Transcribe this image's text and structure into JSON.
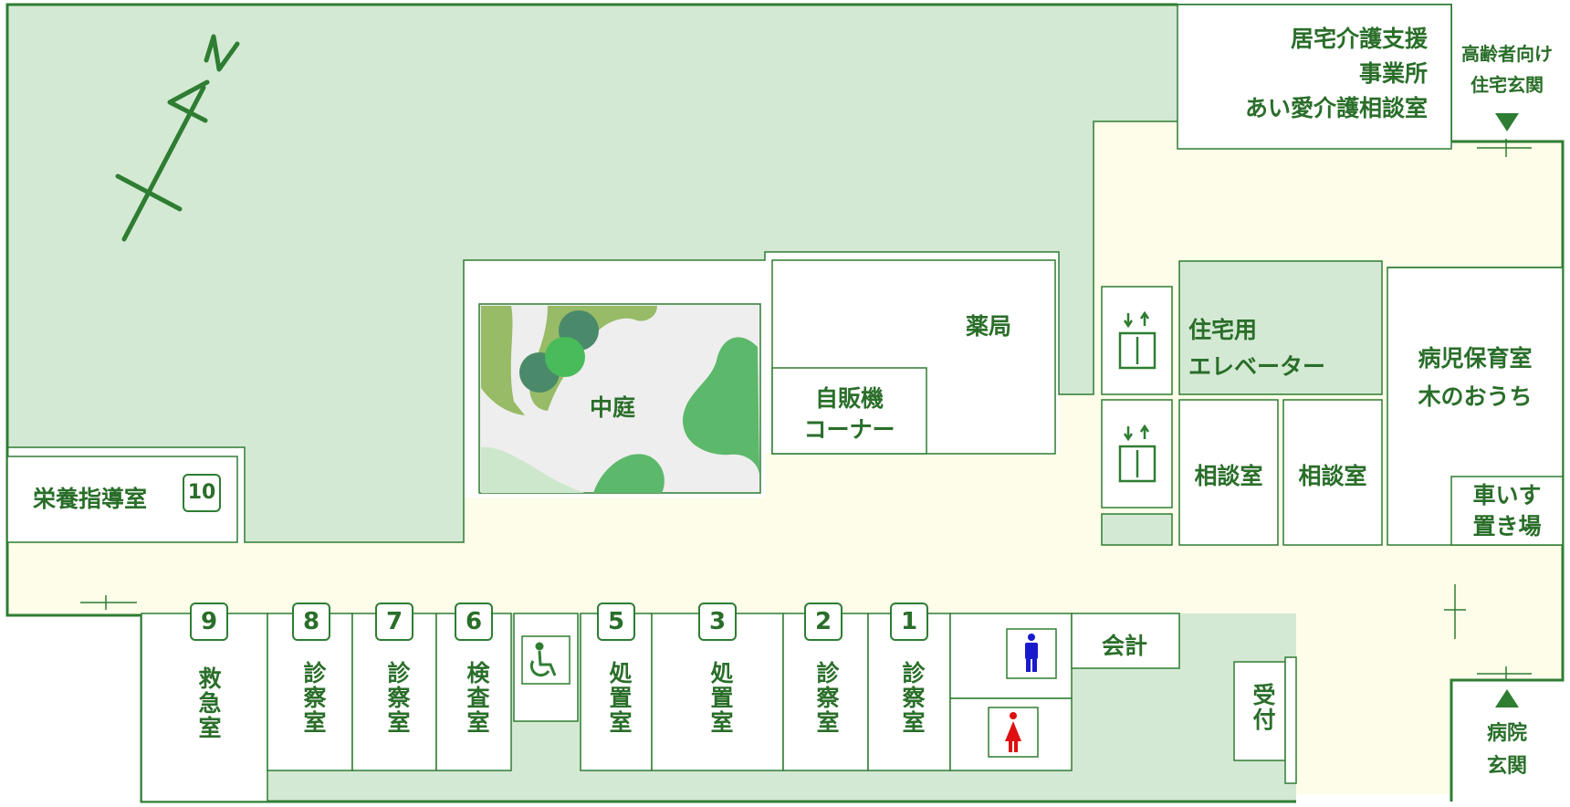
{
  "colors": {
    "outline": "#2e7d32",
    "text": "#2a6e2a",
    "outdoor": "#d4e9d4",
    "corridor": "#fdfde9",
    "room": "#ffffff",
    "restroom_male": "#1a1acc",
    "restroom_female": "#dd1111"
  },
  "compass": {
    "north": "N"
  },
  "rooms": {
    "care_support": "居宅介護支援\n事業所\nあい愛介護相談室",
    "pharmacy": "薬局",
    "vending": "自販機\nコーナー",
    "courtyard": "中庭",
    "residential_elevator": "住宅用\nエレベーター",
    "consult_1": "相談室",
    "consult_2": "相談室",
    "sick_child": "病児保育室\n木のおうち",
    "wheelchair": "車いす\n置き場",
    "nutrition": "栄養指導室",
    "emergency": "救急室",
    "exam_8": "診察室",
    "exam_7": "診察室",
    "lab_6": "検査室",
    "treatment_5": "処置室",
    "treatment_3": "処置室",
    "exam_2": "診察室",
    "exam_1": "診察室",
    "cashier": "会計",
    "reception": "受付"
  },
  "room_numbers": {
    "nutrition": "10",
    "emergency": "9",
    "exam_8": "8",
    "exam_7": "7",
    "lab_6": "6",
    "treatment_5": "5",
    "treatment_3": "3",
    "exam_2": "2",
    "exam_1": "1"
  },
  "entrances": {
    "elderly_housing": "高齢者向け\n住宅玄関",
    "hospital": "病院\n玄関"
  },
  "icons": {
    "elevator": "elevator-icon",
    "accessible_toilet": "wheelchair-icon",
    "male_restroom": "male-restroom-icon",
    "female_restroom": "female-restroom-icon"
  }
}
